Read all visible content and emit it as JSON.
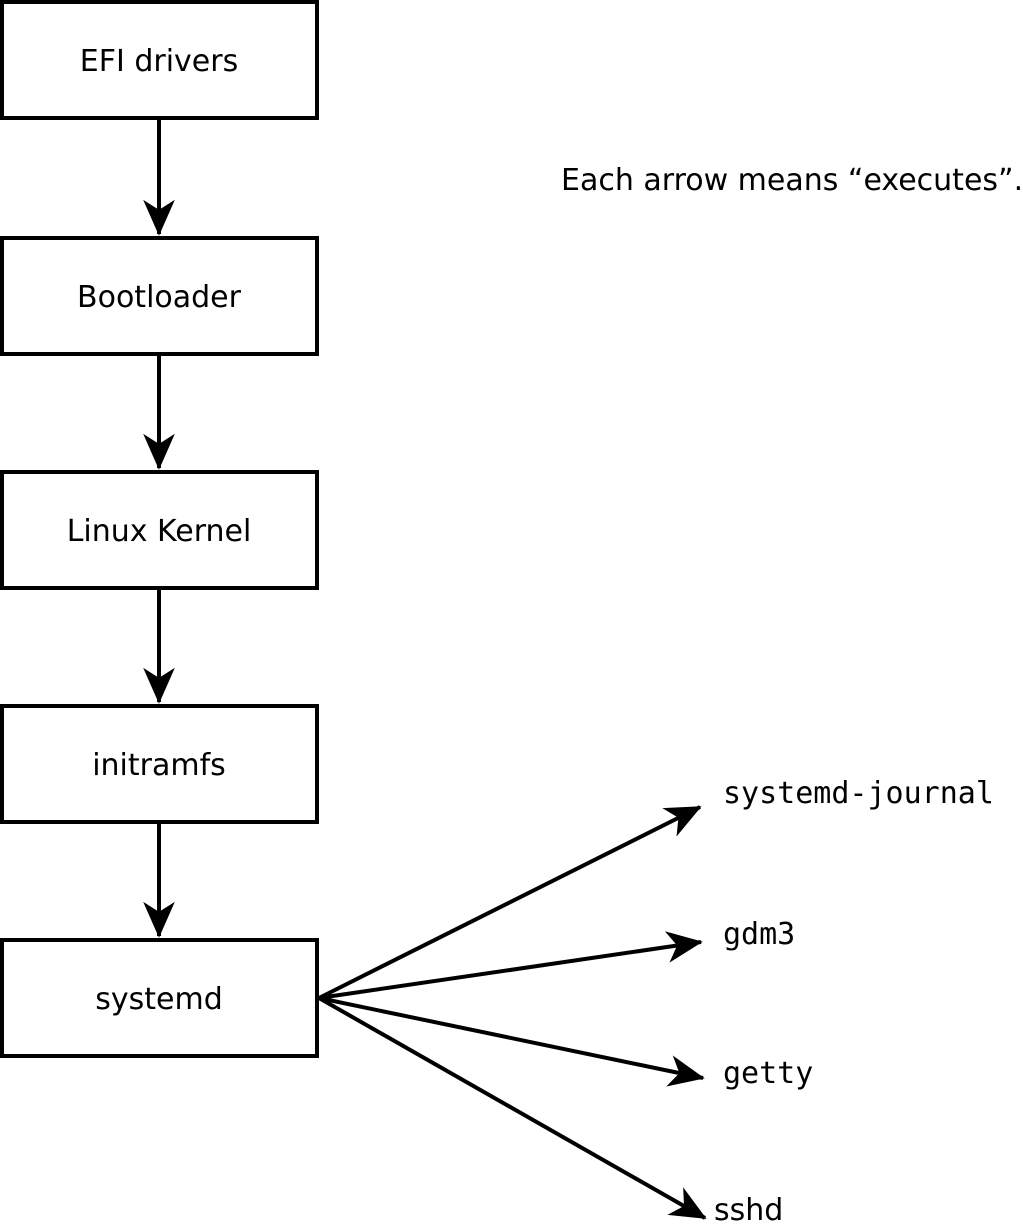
{
  "diagram": {
    "note": "Each arrow means “executes”.",
    "boot_chain": [
      {
        "label": "EFI drivers"
      },
      {
        "label": "Bootloader"
      },
      {
        "label": "Linux Kernel"
      },
      {
        "label": "initramfs"
      },
      {
        "label": "systemd"
      }
    ],
    "spawned_services": [
      {
        "label": "systemd-journal"
      },
      {
        "label": "gdm3"
      },
      {
        "label": "getty"
      },
      {
        "label": "sshd"
      }
    ],
    "colors": {
      "line": "#000000",
      "box_fill": "#ffffff",
      "text": "#000000",
      "background": "#ffffff"
    }
  }
}
